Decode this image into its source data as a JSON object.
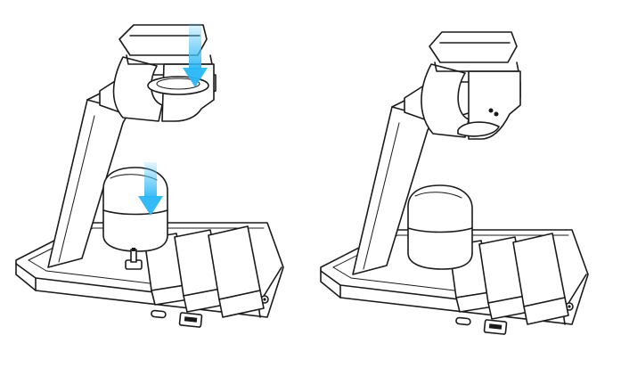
{
  "figure": {
    "panels": [
      {
        "id": "before",
        "state": "placing-devices",
        "has_arrows": true
      },
      {
        "id": "after",
        "state": "devices-docked",
        "has_arrows": false
      }
    ],
    "colors": {
      "line": "#1a1a1a",
      "fill": "#ffffff",
      "arrow": "#4fc3f7"
    },
    "icons": [
      "watch-icon",
      "earbuds-case-icon",
      "usb-c-port-icon",
      "usb-a-port-icon",
      "down-arrow-icon"
    ]
  }
}
